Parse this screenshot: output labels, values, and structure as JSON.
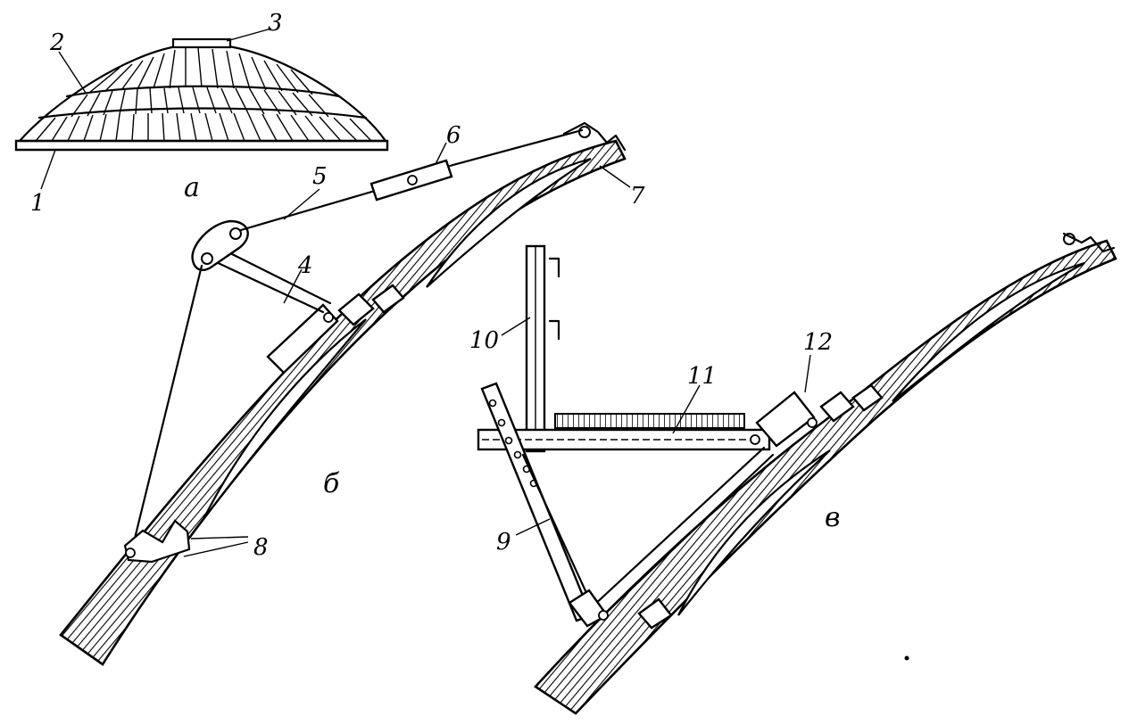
{
  "labels": {
    "n1": "1",
    "n2": "2",
    "n3": "3",
    "n4": "4",
    "n5": "5",
    "n6": "6",
    "n7": "7",
    "n8": "8",
    "n9": "9",
    "n10": "10",
    "n11": "11",
    "n12": "12"
  },
  "subfigures": {
    "a": "а",
    "b": "б",
    "v": "в"
  }
}
